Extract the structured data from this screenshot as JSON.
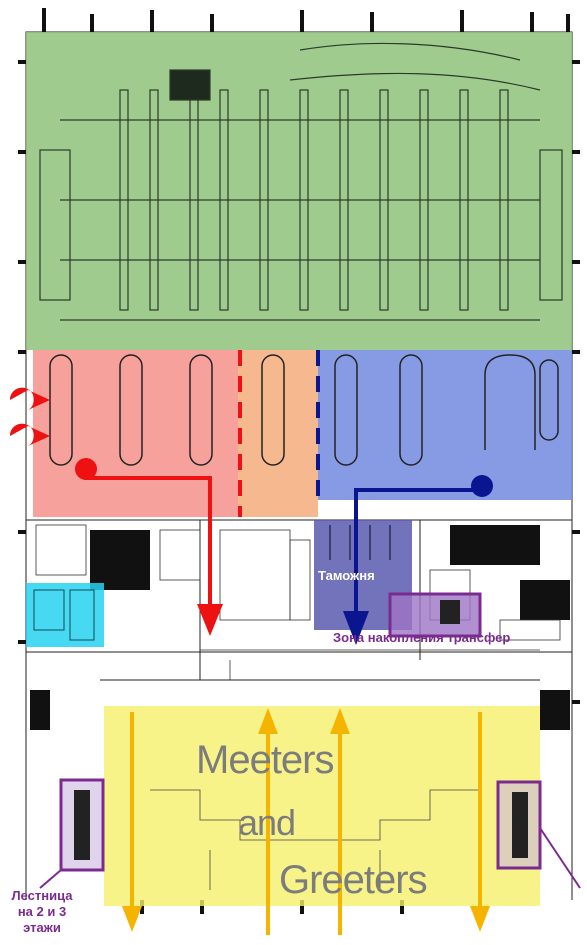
{
  "labels": {
    "customs": "Таможня",
    "transfer_zone": "Зона накопления трансфер",
    "stairs": "Лестница на 2 и 3 этажи",
    "meeters_line1": "Meeters",
    "meeters_line2": "and",
    "meeters_line3": "Greeters"
  },
  "colors": {
    "baggage_hall": "#8fc27a",
    "red_zone": "#f4908a",
    "orange_zone": "#f5b183",
    "blue_zone": "#7a90e2",
    "customs_zone": "#5a5ab0",
    "transfer_zone": "#9c74c4",
    "cyan_zone": "#27d2f0",
    "meeters_zone": "#f5f06a",
    "red_arrow": "#ee1111",
    "blue_arrow": "#0a1590",
    "orange_arrow": "#f5b400",
    "purple_outline": "#7b2b90"
  }
}
